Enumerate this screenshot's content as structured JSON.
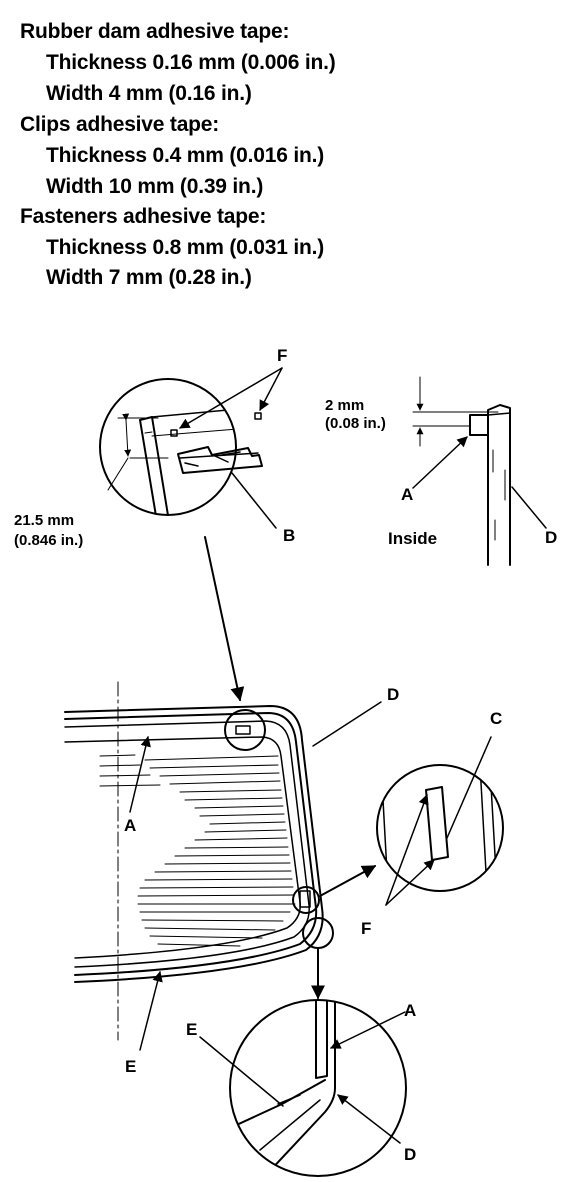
{
  "specs": [
    {
      "heading": "Rubber dam adhesive tape:",
      "thickness": "Thickness 0.16 mm (0.006 in.)",
      "width": "Width 4 mm (0.16 in.)"
    },
    {
      "heading": "Clips adhesive tape:",
      "thickness": "Thickness 0.4 mm (0.016 in.)",
      "width": "Width 10 mm (0.39 in.)"
    },
    {
      "heading": "Fasteners adhesive tape:",
      "thickness": "Thickness 0.8 mm (0.031 in.)",
      "width": "Width 7 mm (0.28 in.)"
    }
  ],
  "callouts": {
    "a": "A",
    "b": "B",
    "c": "C",
    "d": "D",
    "e": "E",
    "f": "F"
  },
  "dimensions": {
    "height_mm": "21.5 mm",
    "height_in": "(0.846 in.)",
    "gap_mm": "2 mm",
    "gap_in": "(0.08 in.)"
  },
  "inside_label": "Inside"
}
